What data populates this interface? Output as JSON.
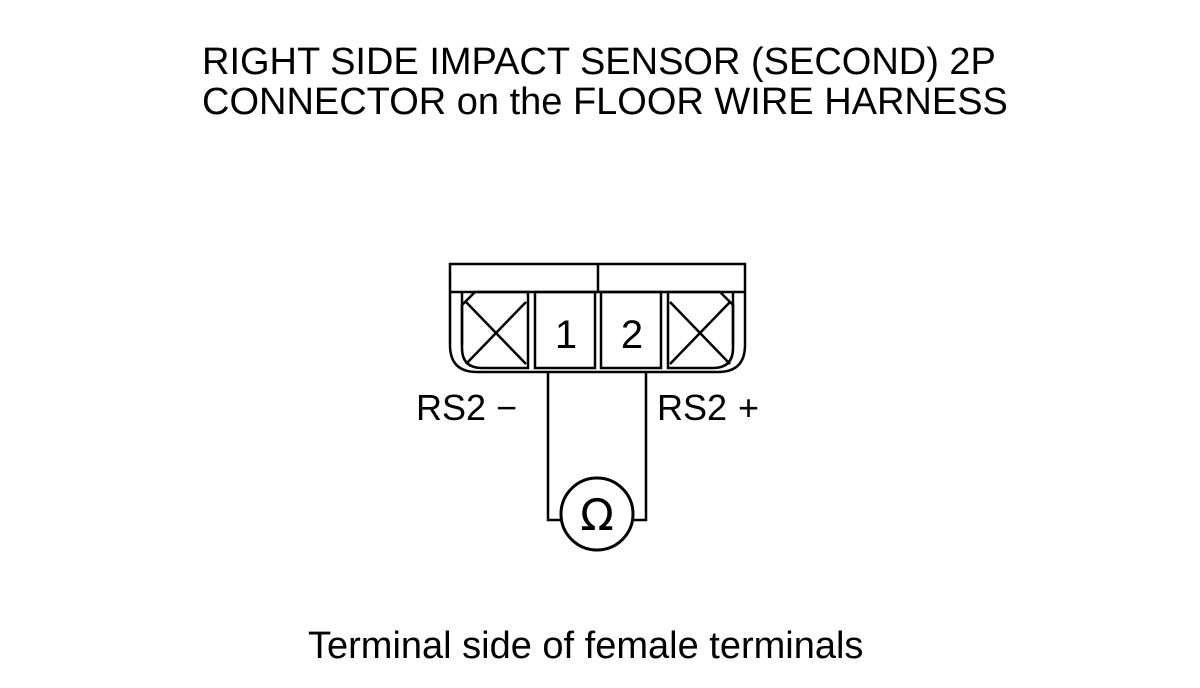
{
  "title": {
    "line1": "RIGHT SIDE IMPACT SENSOR (SECOND) 2P",
    "line2": "CONNECTOR on the FLOOR WIRE HARNESS"
  },
  "connector": {
    "pins": [
      {
        "number": "1",
        "signal": "RS2",
        "polarity": "−"
      },
      {
        "number": "2",
        "signal": "RS2",
        "polarity": "+"
      }
    ]
  },
  "meter": {
    "symbol": "Ω"
  },
  "caption": "Terminal side of female terminals",
  "colors": {
    "ink": "#000000",
    "background": "#ffffff"
  }
}
